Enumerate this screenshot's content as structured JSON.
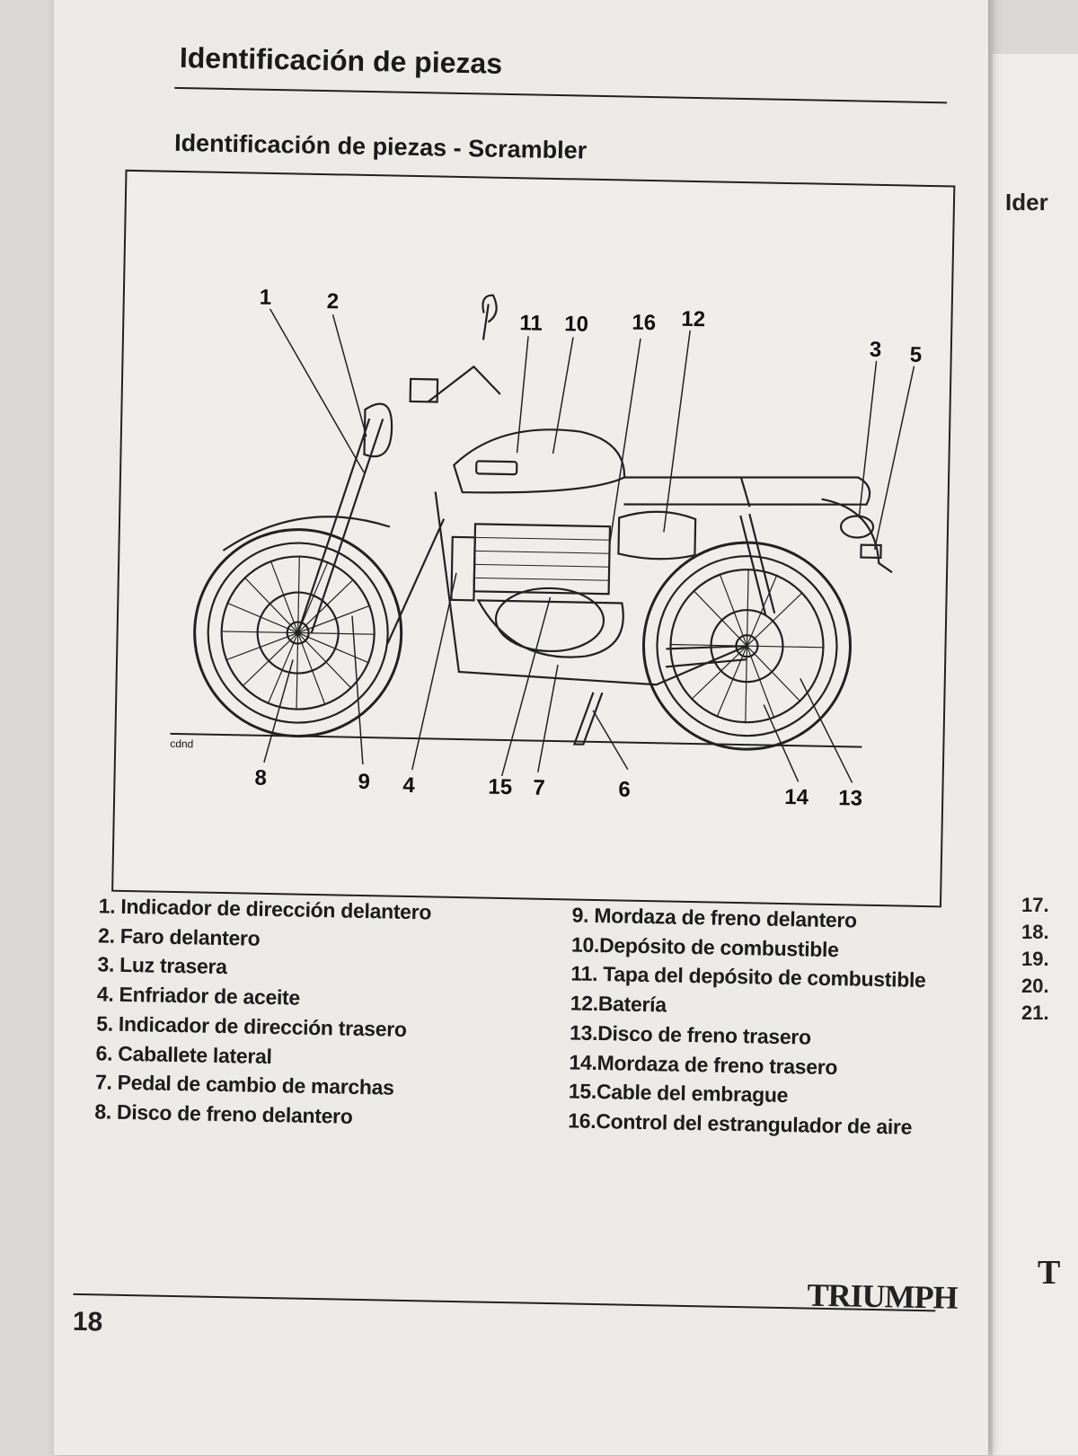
{
  "page_title": "Identificación de piezas",
  "section_title": "Identificación de piezas - Scrambler",
  "diagram": {
    "code": "cdnd",
    "callouts": [
      "1",
      "2",
      "3",
      "4",
      "5",
      "6",
      "7",
      "8",
      "9",
      "10",
      "11",
      "12",
      "13",
      "14",
      "15",
      "16"
    ]
  },
  "parts_left": [
    "1.  Indicador de dirección delantero",
    "2.  Faro delantero",
    "3.  Luz trasera",
    "4.  Enfriador de aceite",
    "5.  Indicador de dirección trasero",
    "6.  Caballete lateral",
    "7.  Pedal de cambio de marchas",
    "8.  Disco de freno delantero"
  ],
  "parts_right": [
    "9.  Mordaza de freno delantero",
    "10.Depósito de combustible",
    "11. Tapa del depósito de combustible",
    "12.Batería",
    "13.Disco de freno trasero",
    "14.Mordaza de freno trasero",
    "15.Cable del embrague",
    "16.Control del estrangulador de aire"
  ],
  "page_number": "18",
  "brand_logo": "TRIUMPH",
  "right_page": {
    "heading_fragment": "Ider",
    "list_fragments": [
      "17.",
      "18.",
      "19.",
      "20.",
      "21."
    ],
    "logo_fragment": "T"
  }
}
